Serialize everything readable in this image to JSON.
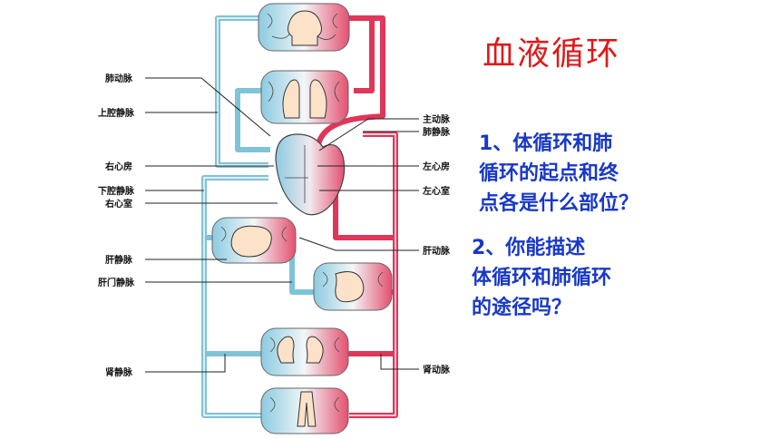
{
  "title": "血液循环",
  "questions": [
    {
      "lines": [
        "1、体循环和肺",
        "循环的起点和终",
        "点各是什么部位？"
      ]
    },
    {
      "lines": [
        "2、你能描述",
        "体循环和肺循环",
        "的途径吗？"
      ]
    }
  ],
  "labels": {
    "pulmonary_artery": "肺动脉",
    "superior_vena_cava": "上腔静脉",
    "right_atrium": "右心房",
    "inferior_vena_cava": "下腔静脉",
    "right_ventricle": "右心室",
    "hepatic_vein": "肝静脉",
    "hepatic_portal_vein": "肝门静脉",
    "renal_vein": "肾静脉",
    "aorta": "主动脉",
    "pulmonary_vein": "肺静脉",
    "left_atrium": "左心房",
    "left_ventricle": "左心室",
    "hepatic_artery": "肝动脉",
    "renal_artery": "肾动脉"
  },
  "colors": {
    "venous": "#7fc3d8",
    "arterial": "#e0365a",
    "title": "#e01818",
    "question": "#1838c8",
    "organ": "#fbe2c8"
  }
}
